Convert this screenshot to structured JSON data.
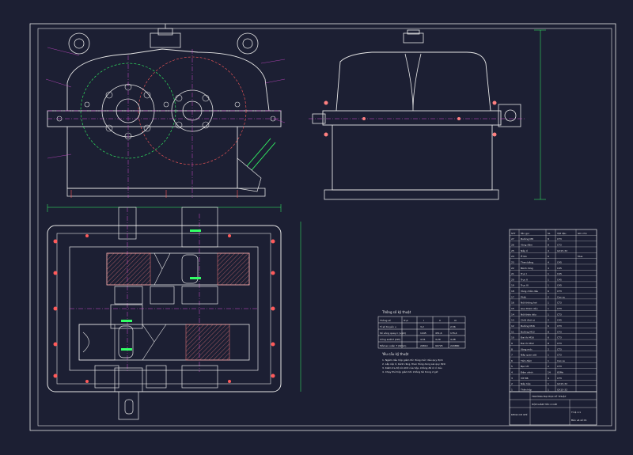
{
  "colors": {
    "background": "#1c1f33",
    "line": "#e6e6e6",
    "red": "#ff5a5a",
    "green": "#33ff66",
    "magenta": "#d04ad0",
    "yellow": "#f3e64a",
    "hatch": "#ff8080",
    "cyan": "#40d8ff"
  },
  "spec_table": {
    "title": "Thông số kỹ thuật",
    "headers": [
      "Thông số",
      "Trục",
      "I",
      "II",
      "III"
    ],
    "rows": [
      [
        "Tỉ số truyền u",
        "",
        "3,2",
        "",
        "2,56"
      ],
      [
        "Số vòng quay n (v/ph)",
        "",
        "1445",
        "451,6",
        "176,4"
      ],
      [
        "Công suất P (kW)",
        "",
        "4,51",
        "4,29",
        "4,08"
      ],
      [
        "Mômen xoắn T (Nmm)",
        "",
        "29810",
        "90725",
        "220880"
      ]
    ]
  },
  "requirements": {
    "title": "Yêu cầu kỹ thuật",
    "lines": [
      "1. Ngâm dầu hộp giảm tốc đúng mức dầu quy định",
      "2. Lắp ráp ổ, bánh răng, then đúng dung sai quy định",
      "3. Kiểm tra độ kín khít của hộp, không để rò rỉ dầu",
      "4. Chạy thử hộp giảm tốc không tải trong 2 giờ"
    ]
  },
  "title_block": {
    "school": "TRƯỜNG ĐẠI HỌC KỸ THUẬT",
    "drawing": "HỘP GIẢM TỐC 2 CẤP",
    "faculty": "KHOA CƠ KHÍ",
    "scale": "Tỉ lệ 1:1",
    "sheet": "Bản vẽ số 01"
  },
  "bom": {
    "headers": [
      "STT",
      "Tên gọi",
      "SL",
      "Vật liệu",
      "Ghi chú"
    ],
    "rows": [
      [
        "27",
        "Bulông M8",
        "8",
        "CT3",
        ""
      ],
      [
        "26",
        "Vòng đệm",
        "8",
        "CT3",
        ""
      ],
      [
        "25",
        "Nắp ổ",
        "4",
        "GX15-32",
        ""
      ],
      [
        "24",
        "Ổ lăn",
        "6",
        "",
        "Mua"
      ],
      [
        "23",
        "Then bằng",
        "4",
        "C45",
        ""
      ],
      [
        "22",
        "Bánh răng",
        "4",
        "C45",
        ""
      ],
      [
        "21",
        "Trục I",
        "1",
        "C45",
        ""
      ],
      [
        "20",
        "Trục II",
        "1",
        "C45",
        ""
      ],
      [
        "19",
        "Trục III",
        "1",
        "C45",
        ""
      ],
      [
        "18",
        "Vòng chắn dầu",
        "6",
        "CT3",
        ""
      ],
      [
        "17",
        "Phớt",
        "2",
        "Cao su",
        ""
      ],
      [
        "16",
        "Nút thông hơi",
        "1",
        "CT3",
        ""
      ],
      [
        "15",
        "Que thăm dầu",
        "1",
        "CT3",
        ""
      ],
      [
        "14",
        "Nút tháo dầu",
        "1",
        "CT3",
        ""
      ],
      [
        "13",
        "Chốt định vị",
        "2",
        "C45",
        ""
      ],
      [
        "12",
        "Bulông M16",
        "6",
        "CT3",
        ""
      ],
      [
        "11",
        "Bulông M12",
        "8",
        "CT3",
        ""
      ],
      [
        "10",
        "Đai ốc M16",
        "6",
        "CT3",
        ""
      ],
      [
        "9",
        "Đai ốc M12",
        "8",
        "CT3",
        ""
      ],
      [
        "8",
        "Vòng móc",
        "2",
        "CT3",
        ""
      ],
      [
        "7",
        "Nắp quan sát",
        "1",
        "CT3",
        ""
      ],
      [
        "6",
        "Tấm đệm",
        "1",
        "Cao su",
        ""
      ],
      [
        "5",
        "Bạc lót",
        "2",
        "CT3",
        ""
      ],
      [
        "4",
        "Đệm vênh",
        "14",
        "65Mn",
        ""
      ],
      [
        "3",
        "Vít M6",
        "4",
        "CT3",
        ""
      ],
      [
        "2",
        "Nắp hộp",
        "1",
        "GX15-32",
        ""
      ],
      [
        "1",
        "Thân hộp",
        "1",
        "GX15-32",
        ""
      ]
    ]
  }
}
